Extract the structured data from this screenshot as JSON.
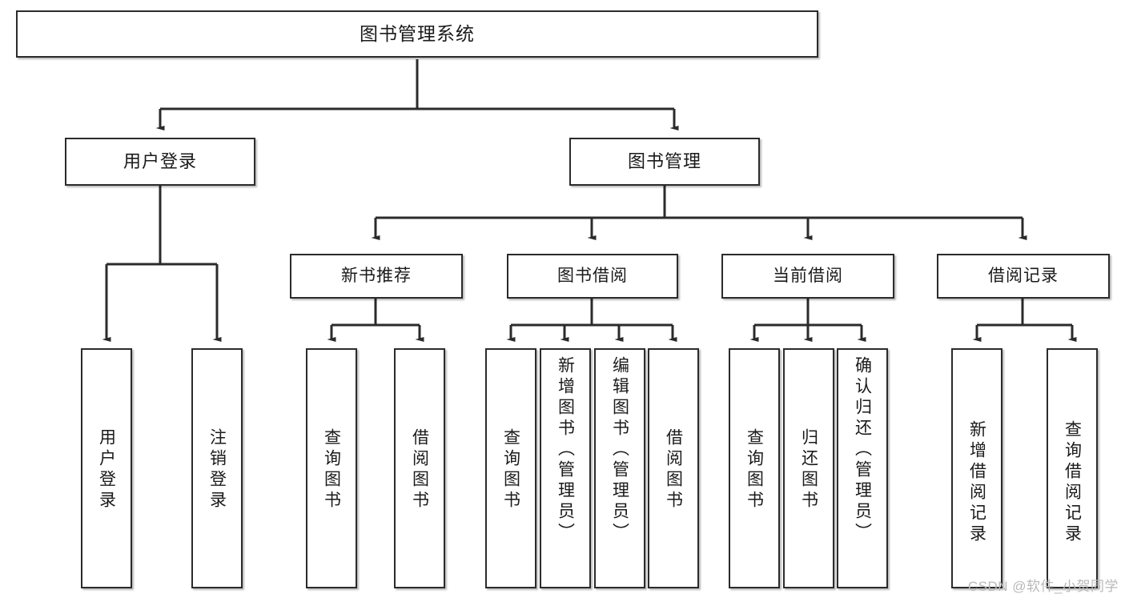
{
  "diagram": {
    "type": "tree-hierarchy",
    "title": "图书管理系统",
    "orientation": "top-down",
    "colors": {
      "box_border": "#2b2b2b",
      "box_fill": "#ffffff",
      "edge": "#2b2b2b",
      "text": "#1a1a1a",
      "watermark": "#b9b9b9",
      "background": "#ffffff"
    },
    "root": {
      "id": "root",
      "label": "图书管理系统"
    },
    "level2": [
      {
        "id": "n-user-login",
        "label": "用户登录"
      },
      {
        "id": "n-book-manage",
        "label": "图书管理"
      }
    ],
    "level3": [
      {
        "id": "n-new-book-rec",
        "label": "新书推荐"
      },
      {
        "id": "n-book-borrow",
        "label": "图书借阅"
      },
      {
        "id": "n-current-borrow",
        "label": "当前借阅"
      },
      {
        "id": "n-borrow-record",
        "label": "借阅记录"
      }
    ],
    "leaves": [
      {
        "id": "leaf-user-login",
        "label": "用户登录",
        "parent": "n-user-login"
      },
      {
        "id": "leaf-user-logout",
        "label": "注销登录",
        "parent": "n-user-login"
      },
      {
        "id": "leaf-rec-query",
        "label": "查询图书",
        "parent": "n-new-book-rec"
      },
      {
        "id": "leaf-rec-borrow",
        "label": "借阅图书",
        "parent": "n-new-book-rec"
      },
      {
        "id": "leaf-borrow-query",
        "label": "查询图书",
        "parent": "n-book-borrow"
      },
      {
        "id": "leaf-borrow-add",
        "label": "新增图书（管理员）",
        "parent": "n-book-borrow"
      },
      {
        "id": "leaf-borrow-edit",
        "label": "编辑图书（管理员）",
        "parent": "n-book-borrow"
      },
      {
        "id": "leaf-borrow-borrow",
        "label": "借阅图书",
        "parent": "n-book-borrow"
      },
      {
        "id": "leaf-cur-query",
        "label": "查询图书",
        "parent": "n-current-borrow"
      },
      {
        "id": "leaf-cur-return",
        "label": "归还图书",
        "parent": "n-current-borrow"
      },
      {
        "id": "leaf-cur-confirm",
        "label": "确认归还（管理员）",
        "parent": "n-current-borrow"
      },
      {
        "id": "leaf-rec-add",
        "label": "新增借阅记录",
        "parent": "n-borrow-record"
      },
      {
        "id": "leaf-rec-query2",
        "label": "查询借阅记录",
        "parent": "n-borrow-record"
      }
    ],
    "watermark": "CSDN @软件_小贺同学"
  }
}
